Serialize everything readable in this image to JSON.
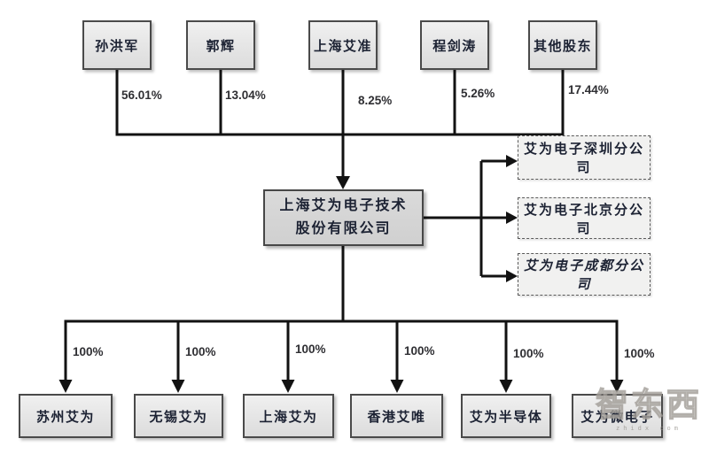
{
  "diagram": {
    "type": "equity-structure-org-chart",
    "colors": {
      "line": "#121212",
      "solid_box_fill": "#e9e9e9",
      "parent_box_fill": "#d3d3d3",
      "dashed_box_fill": "#f1f1f0",
      "box_border": "#4a4a4a",
      "label_text": "#1c2233"
    },
    "shareholders": [
      {
        "name": "孙洪军",
        "percent": "56.01%"
      },
      {
        "name": "郭辉",
        "percent": "13.04%"
      },
      {
        "name": "上海艾准",
        "percent": "8.25%"
      },
      {
        "name": "程剑涛",
        "percent": "5.26%"
      },
      {
        "name": "其他股东",
        "percent": "17.44%"
      }
    ],
    "parent": {
      "name_line1": "上海艾为电子技术",
      "name_line2": "股份有限公司"
    },
    "branch_offices": [
      {
        "name": "艾为电子深圳分公司"
      },
      {
        "name": "艾为电子北京分公司"
      },
      {
        "name": "艾为电子成都分公司"
      }
    ],
    "subsidiaries": [
      {
        "name": "苏州艾为",
        "percent": "100%"
      },
      {
        "name": "无锡艾为",
        "percent": "100%"
      },
      {
        "name": "上海艾为",
        "percent": "100%"
      },
      {
        "name": "香港艾唯",
        "percent": "100%"
      },
      {
        "name": "艾为半导体",
        "percent": "100%"
      },
      {
        "name": "艾为微电子",
        "percent": "100%"
      }
    ],
    "watermark": {
      "text": "智东西",
      "subtext": "zhidx com"
    }
  }
}
